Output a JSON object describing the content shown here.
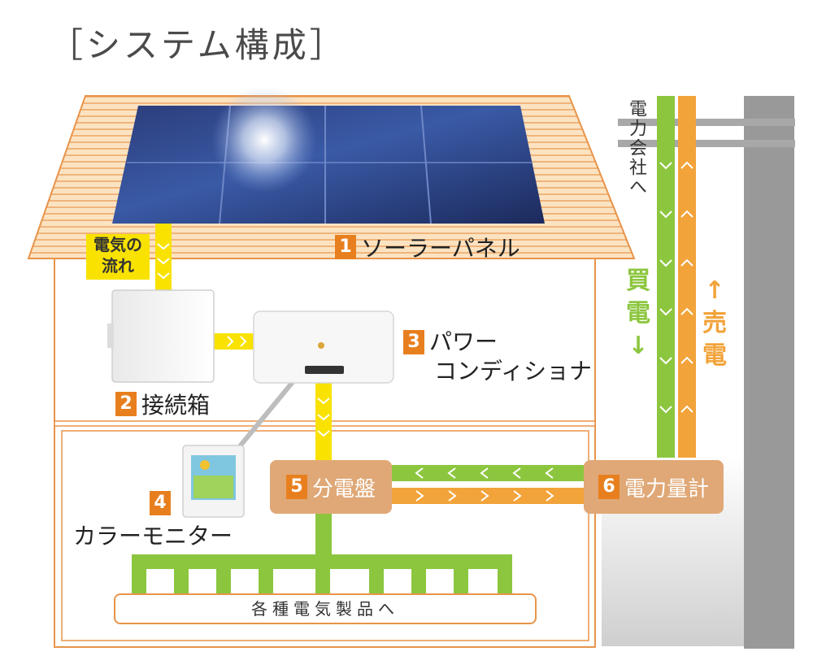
{
  "title": "［システム構成］",
  "components": {
    "solar_panel": {
      "number": "1",
      "label": "ソーラーパネル"
    },
    "junction_box": {
      "number": "2",
      "label": "接続箱"
    },
    "power_conditioner": {
      "number": "3",
      "label_line1": "パワー",
      "label_line2": "コンディショナ"
    },
    "color_monitor": {
      "number": "4",
      "label": "カラーモニター"
    },
    "distribution_board": {
      "number": "5",
      "label": "分電盤"
    },
    "power_meter": {
      "number": "6",
      "label": "電力量計"
    }
  },
  "flow_label": {
    "line1": "電気の",
    "line2": "流れ"
  },
  "utility_label": "電力会社へ",
  "buy_power": {
    "line1": "買",
    "line2": "電",
    "arrow": "↓"
  },
  "sell_power": {
    "arrow": "↑",
    "line1": "売",
    "line2": "電"
  },
  "appliances_label": "各種電気製品へ",
  "colors": {
    "house_outline": "#e8944a",
    "roof_fill": "#fbe3c2",
    "yellow_flow": "#f9e200",
    "green_flow": "#8cc63f",
    "orange_flow": "#f2a33a",
    "label_box": "#e0a877",
    "number_badge": "#e87f1e",
    "pole": "#999999"
  },
  "icons": {
    "solar_panel": "solar-panel-icon",
    "junction_box": "junction-box-icon",
    "power_conditioner": "power-conditioner-icon",
    "color_monitor": "monitor-icon",
    "utility_pole": "utility-pole-icon"
  }
}
